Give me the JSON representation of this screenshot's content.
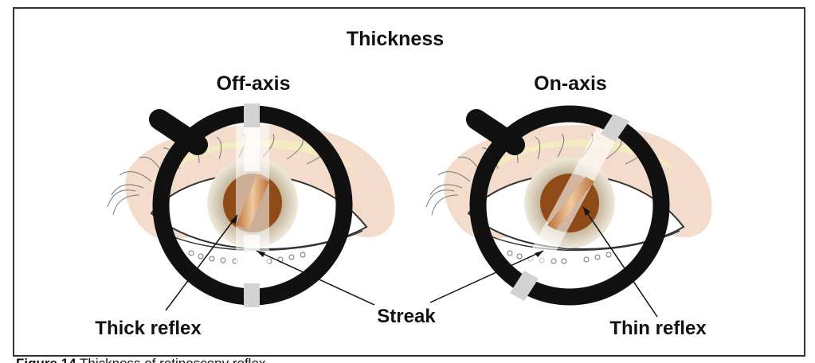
{
  "figure": {
    "title": "Thickness",
    "panel_left_label": "Off-axis",
    "panel_right_label": "On-axis",
    "label_thick_reflex": "Thick reflex",
    "label_streak": "Streak",
    "label_thin_reflex": "Thin reflex",
    "caption_prefix": "Figure 14",
    "caption_text": "Thickness of retinoscopy reflex"
  },
  "colors": {
    "frame": "#333333",
    "ring": "#111111",
    "iris": "#8f4a17",
    "iris_halo": "#cfc4a8",
    "sclera": "#ffffff",
    "eyelid_skin": "#f3dccb",
    "lash_yellow": "#f2ecc0",
    "streak": "#d3d3d3",
    "reflex": "#e0a878"
  }
}
